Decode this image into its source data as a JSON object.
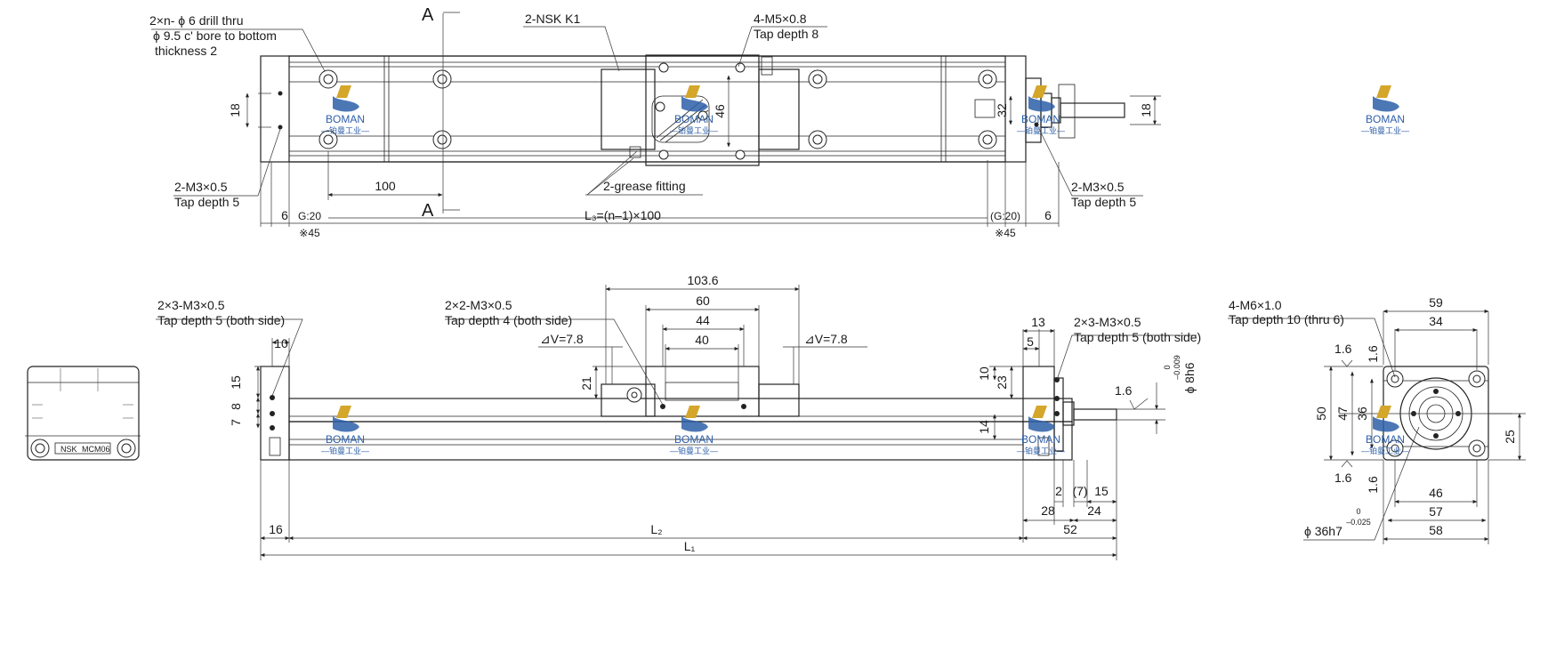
{
  "colors": {
    "line": "#222222",
    "brand_blue": "#2d5fa8",
    "brand_gold": "#d4a62a"
  },
  "watermark": {
    "brand": "BOMAN",
    "sub": "—铂曼工业—"
  },
  "top_view": {
    "callout_drill": [
      "2×n- ϕ 6 drill thru",
      "ϕ 9.5 c' bore to bottom",
      "thickness 2"
    ],
    "section_letter": "A",
    "nsk": "2-NSK   K1",
    "tap_m5": [
      "4-M5×0.8",
      "Tap depth 8"
    ],
    "dim_18_left": "18",
    "dim_46": "46",
    "dim_32": "32",
    "dim_18_right": "18",
    "m3_left": [
      "2-M3×0.5",
      "Tap depth 5"
    ],
    "m3_right": [
      "2-M3×0.5",
      "Tap depth 5"
    ],
    "dim_100": "100",
    "grease": "2-grease fitting",
    "dim_6_left": "6",
    "g20_left": "G:20",
    "l3": "L₃=(n–1)×100",
    "g20_right": "(G:20)",
    "dim_6_right": "6",
    "x45_left": "※45",
    "x45_right": "※45"
  },
  "end_label": {
    "brand": "NSK",
    "model": "MCM06"
  },
  "front_view": {
    "m3_both": [
      "2×3-M3×0.5",
      "Tap depth 5 (both side)"
    ],
    "dim_10": "10",
    "dim_15": "15",
    "dim_8": "8",
    "dim_7": "7",
    "m3_2x2": [
      "2×2-M3×0.5",
      "Tap depth 4 (both side)"
    ],
    "dim_103_6": "103.6",
    "dim_60": "60",
    "dim_44": "44",
    "dim_40": "40",
    "v_left": "⊿V=7.8",
    "v_right": "⊿V=7.8",
    "dim_21": "21",
    "dim_13": "13",
    "dim_5": "5",
    "m3_right": [
      "2×3-M3×0.5",
      "Tap depth 5 (both side)"
    ],
    "dim_10r": "10",
    "dim_23": "23",
    "dim_14": "14",
    "shaft_tol_top": "0",
    "shaft_tol_bot": "–0.009",
    "shaft_dia": "ϕ 8h6",
    "rough_1_6": "1.6",
    "dim_2": "2",
    "dim_7p": "(7)",
    "dim_15b": "15",
    "dim_28": "28",
    "dim_24": "24",
    "dim_16": "16",
    "l2": "L₂",
    "dim_52": "52",
    "l1": "L₁"
  },
  "side_view": {
    "m6": [
      "4-M6×1.0",
      "Tap depth 10 (thru 6)"
    ],
    "dim_59": "59",
    "dim_34": "34",
    "r1": "1.6",
    "r2": "1.6",
    "r3": "1.6",
    "r4": "1.6",
    "dim_50": "50",
    "dim_47": "47",
    "dim_36": "36",
    "dim_25": "25",
    "dim_46": "46",
    "dim_57": "57",
    "dim_58": "58",
    "tol_top": "0",
    "tol_bot": "–0.025",
    "bore": "ϕ 36h7"
  }
}
